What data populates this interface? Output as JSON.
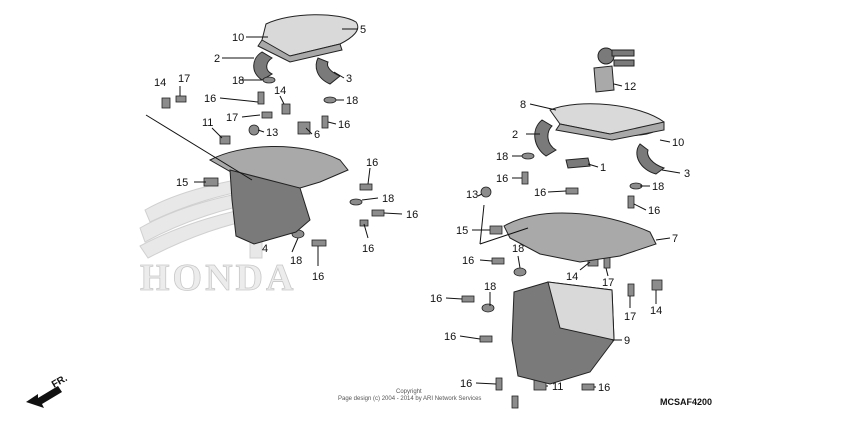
{
  "watermark": {
    "brand": "HONDA"
  },
  "direction_label": "FR.",
  "diagram_code": "MCSAF4200",
  "copyright": {
    "line1": "Copyright",
    "line2": "Page design (c) 2004 - 2014 by ARI Network Services"
  },
  "left_assembly_labels": [
    {
      "id": "L10",
      "text": "10"
    },
    {
      "id": "L5",
      "text": "5"
    },
    {
      "id": "L2",
      "text": "2"
    },
    {
      "id": "L3",
      "text": "3"
    },
    {
      "id": "L18a",
      "text": "18"
    },
    {
      "id": "L18b",
      "text": "18"
    },
    {
      "id": "L14a",
      "text": "14"
    },
    {
      "id": "L17a",
      "text": "17"
    },
    {
      "id": "L16a",
      "text": "16"
    },
    {
      "id": "L14b",
      "text": "14"
    },
    {
      "id": "L17b",
      "text": "17"
    },
    {
      "id": "L11",
      "text": "11"
    },
    {
      "id": "L13",
      "text": "13"
    },
    {
      "id": "L16b",
      "text": "16"
    },
    {
      "id": "L6",
      "text": "6"
    },
    {
      "id": "L16c",
      "text": "16"
    },
    {
      "id": "L15",
      "text": "15"
    },
    {
      "id": "L18c",
      "text": "18"
    },
    {
      "id": "L16d",
      "text": "16"
    },
    {
      "id": "L16e",
      "text": "16"
    },
    {
      "id": "L4",
      "text": "4"
    },
    {
      "id": "L18d",
      "text": "18"
    },
    {
      "id": "L16f",
      "text": "16"
    }
  ],
  "right_assembly_labels": [
    {
      "id": "R12",
      "text": "12"
    },
    {
      "id": "R8",
      "text": "8"
    },
    {
      "id": "R2",
      "text": "2"
    },
    {
      "id": "R10",
      "text": "10"
    },
    {
      "id": "R18a",
      "text": "18"
    },
    {
      "id": "R1",
      "text": "1"
    },
    {
      "id": "R3",
      "text": "3"
    },
    {
      "id": "R16a",
      "text": "16"
    },
    {
      "id": "R18b",
      "text": "18"
    },
    {
      "id": "R13",
      "text": "13"
    },
    {
      "id": "R16b",
      "text": "16"
    },
    {
      "id": "R16c",
      "text": "16"
    },
    {
      "id": "R15",
      "text": "15"
    },
    {
      "id": "R7",
      "text": "7"
    },
    {
      "id": "R18c",
      "text": "18"
    },
    {
      "id": "R16d",
      "text": "16"
    },
    {
      "id": "R14a",
      "text": "14"
    },
    {
      "id": "R17a",
      "text": "17"
    },
    {
      "id": "R16e",
      "text": "16"
    },
    {
      "id": "R18d",
      "text": "18"
    },
    {
      "id": "R17b",
      "text": "17"
    },
    {
      "id": "R14b",
      "text": "14"
    },
    {
      "id": "R16f",
      "text": "16"
    },
    {
      "id": "R9",
      "text": "9"
    },
    {
      "id": "R16g",
      "text": "16"
    },
    {
      "id": "R11",
      "text": "11"
    },
    {
      "id": "R16h",
      "text": "16"
    }
  ]
}
